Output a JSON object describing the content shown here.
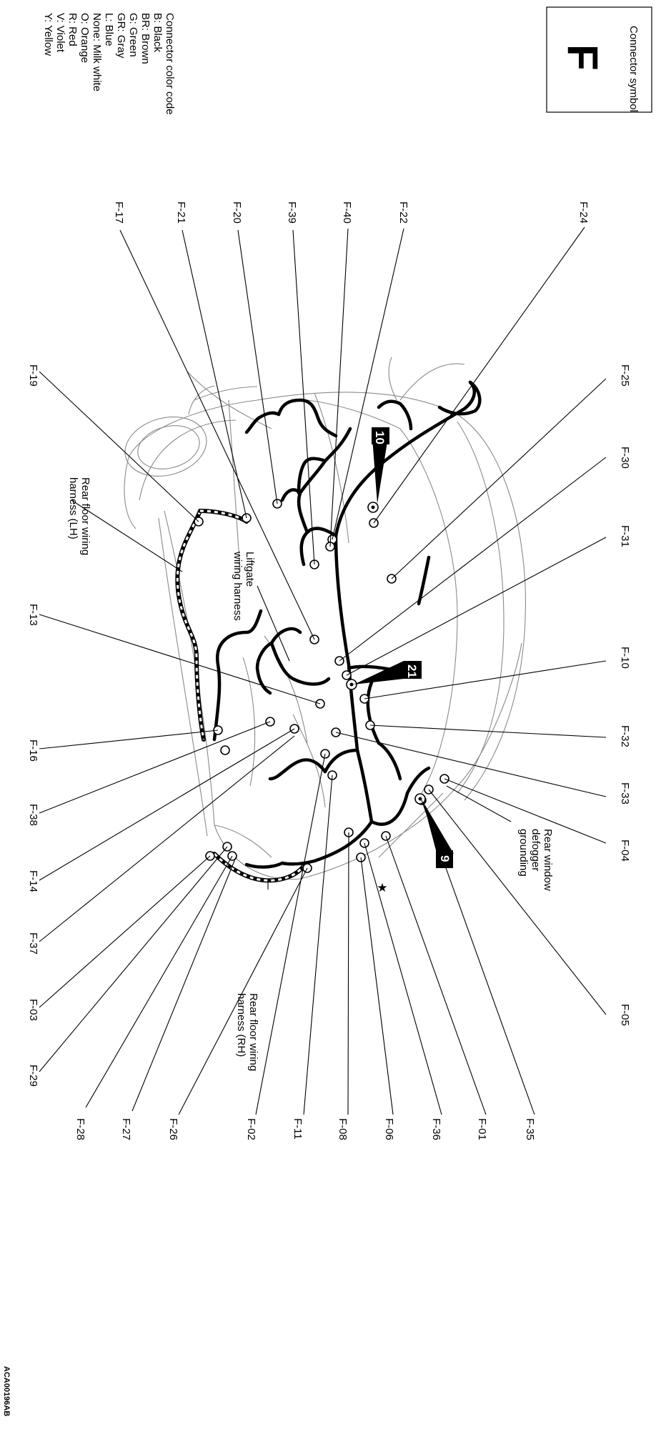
{
  "symbol_box": {
    "heading": "Connector symbol",
    "symbol": "F"
  },
  "color_legend": {
    "title": "Connector color code",
    "entries": [
      "B: Black",
      "BR: Brown",
      "G: Green",
      "GR: Gray",
      "L: Blue",
      "None: Milk white",
      "O: Orange",
      "R: Red",
      "V: Violet",
      "Y: Yellow"
    ]
  },
  "connectors": {
    "f24": "F-24",
    "f22": "F-22",
    "f40": "F-40",
    "f39": "F-39",
    "f20": "F-20",
    "f21": "F-21",
    "f17": "F-17",
    "f19": "F-19",
    "f25": "F-25",
    "f30": "F-30",
    "f31": "F-31",
    "f10": "F-10",
    "f32": "F-32",
    "f33": "F-33",
    "f04": "F-04",
    "f05": "F-05",
    "f13": "F-13",
    "f16": "F-16",
    "f38": "F-38",
    "f14": "F-14",
    "f37": "F-37",
    "f03": "F-03",
    "f29": "F-29",
    "f28": "F-28",
    "f27": "F-27",
    "f26": "F-26",
    "f02": "F-02",
    "f11": "F-11",
    "f08": "F-08",
    "f06": "F-06",
    "f36": "F-36",
    "f01": "F-01",
    "f35": "F-35"
  },
  "annotations": {
    "rear_floor_lh": [
      "Rear floor wiring",
      "harness (LH)"
    ],
    "liftgate": [
      "Liftgate",
      "wiring harness"
    ],
    "rear_floor_rh": [
      "Rear floor wiring",
      "harness (RH)"
    ],
    "defogger": [
      "Rear window",
      "defogger",
      "grounding"
    ]
  },
  "ground_tags": {
    "g10": "10",
    "g21": "21",
    "g9": "9"
  },
  "star_mark": "★",
  "figure_code": "ACA00196AB"
}
